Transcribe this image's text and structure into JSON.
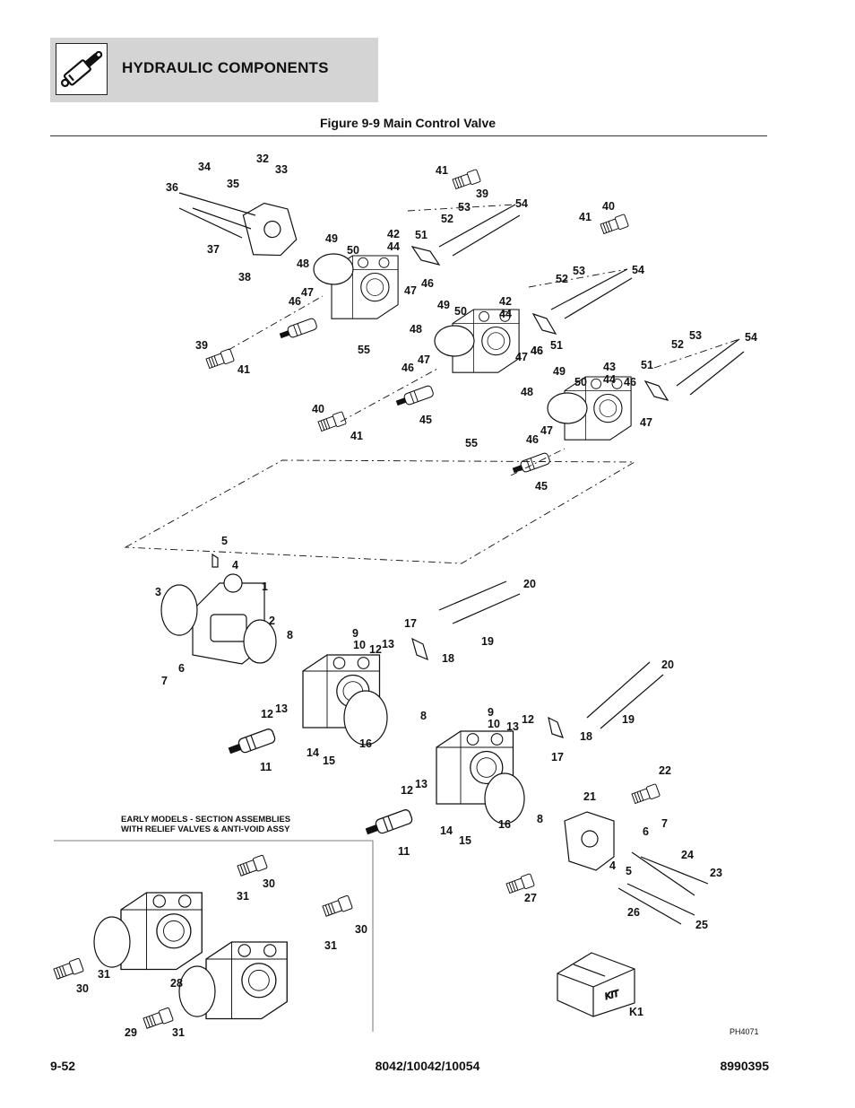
{
  "header": {
    "section_title": "HYDRAULIC COMPONENTS",
    "icon": "hydraulic-cylinder-icon"
  },
  "figure": {
    "title": "Figure 9-9 Main Control Valve",
    "image_id": "PH4071",
    "note_lines": [
      "EARLY MODELS - SECTION ASSEMBLIES",
      "WITH RELIEF VALVES & ANTI-VOID ASSY"
    ],
    "kit_label": "KIT"
  },
  "callouts": [
    "34",
    "32",
    "33",
    "36",
    "35",
    "41",
    "39",
    "53",
    "54",
    "52",
    "37",
    "49",
    "42",
    "44",
    "51",
    "41",
    "40",
    "38",
    "50",
    "48",
    "47",
    "46",
    "47",
    "46",
    "54",
    "53",
    "52",
    "49",
    "42",
    "44",
    "46",
    "48",
    "50",
    "39",
    "41",
    "55",
    "46",
    "47",
    "47",
    "46",
    "51",
    "54",
    "53",
    "52",
    "49",
    "43",
    "51",
    "48",
    "50",
    "44",
    "46",
    "45",
    "40",
    "41",
    "55",
    "47",
    "46",
    "47",
    "45",
    "5",
    "4",
    "1",
    "3",
    "20",
    "2",
    "17",
    "8",
    "9",
    "10",
    "12",
    "13",
    "19",
    "6",
    "18",
    "7",
    "20",
    "13",
    "12",
    "8",
    "9",
    "10",
    "13",
    "12",
    "19",
    "18",
    "11",
    "16",
    "14",
    "15",
    "17",
    "12",
    "13",
    "22",
    "21",
    "11",
    "16",
    "8",
    "7",
    "14",
    "15",
    "6",
    "24",
    "4",
    "5",
    "23",
    "30",
    "31",
    "27",
    "26",
    "25",
    "30",
    "31",
    "31",
    "30",
    "28",
    "K1",
    "29",
    "31"
  ],
  "footer": {
    "page_number": "9-52",
    "models": "8042/10042/10054",
    "document_number": "8990395"
  }
}
